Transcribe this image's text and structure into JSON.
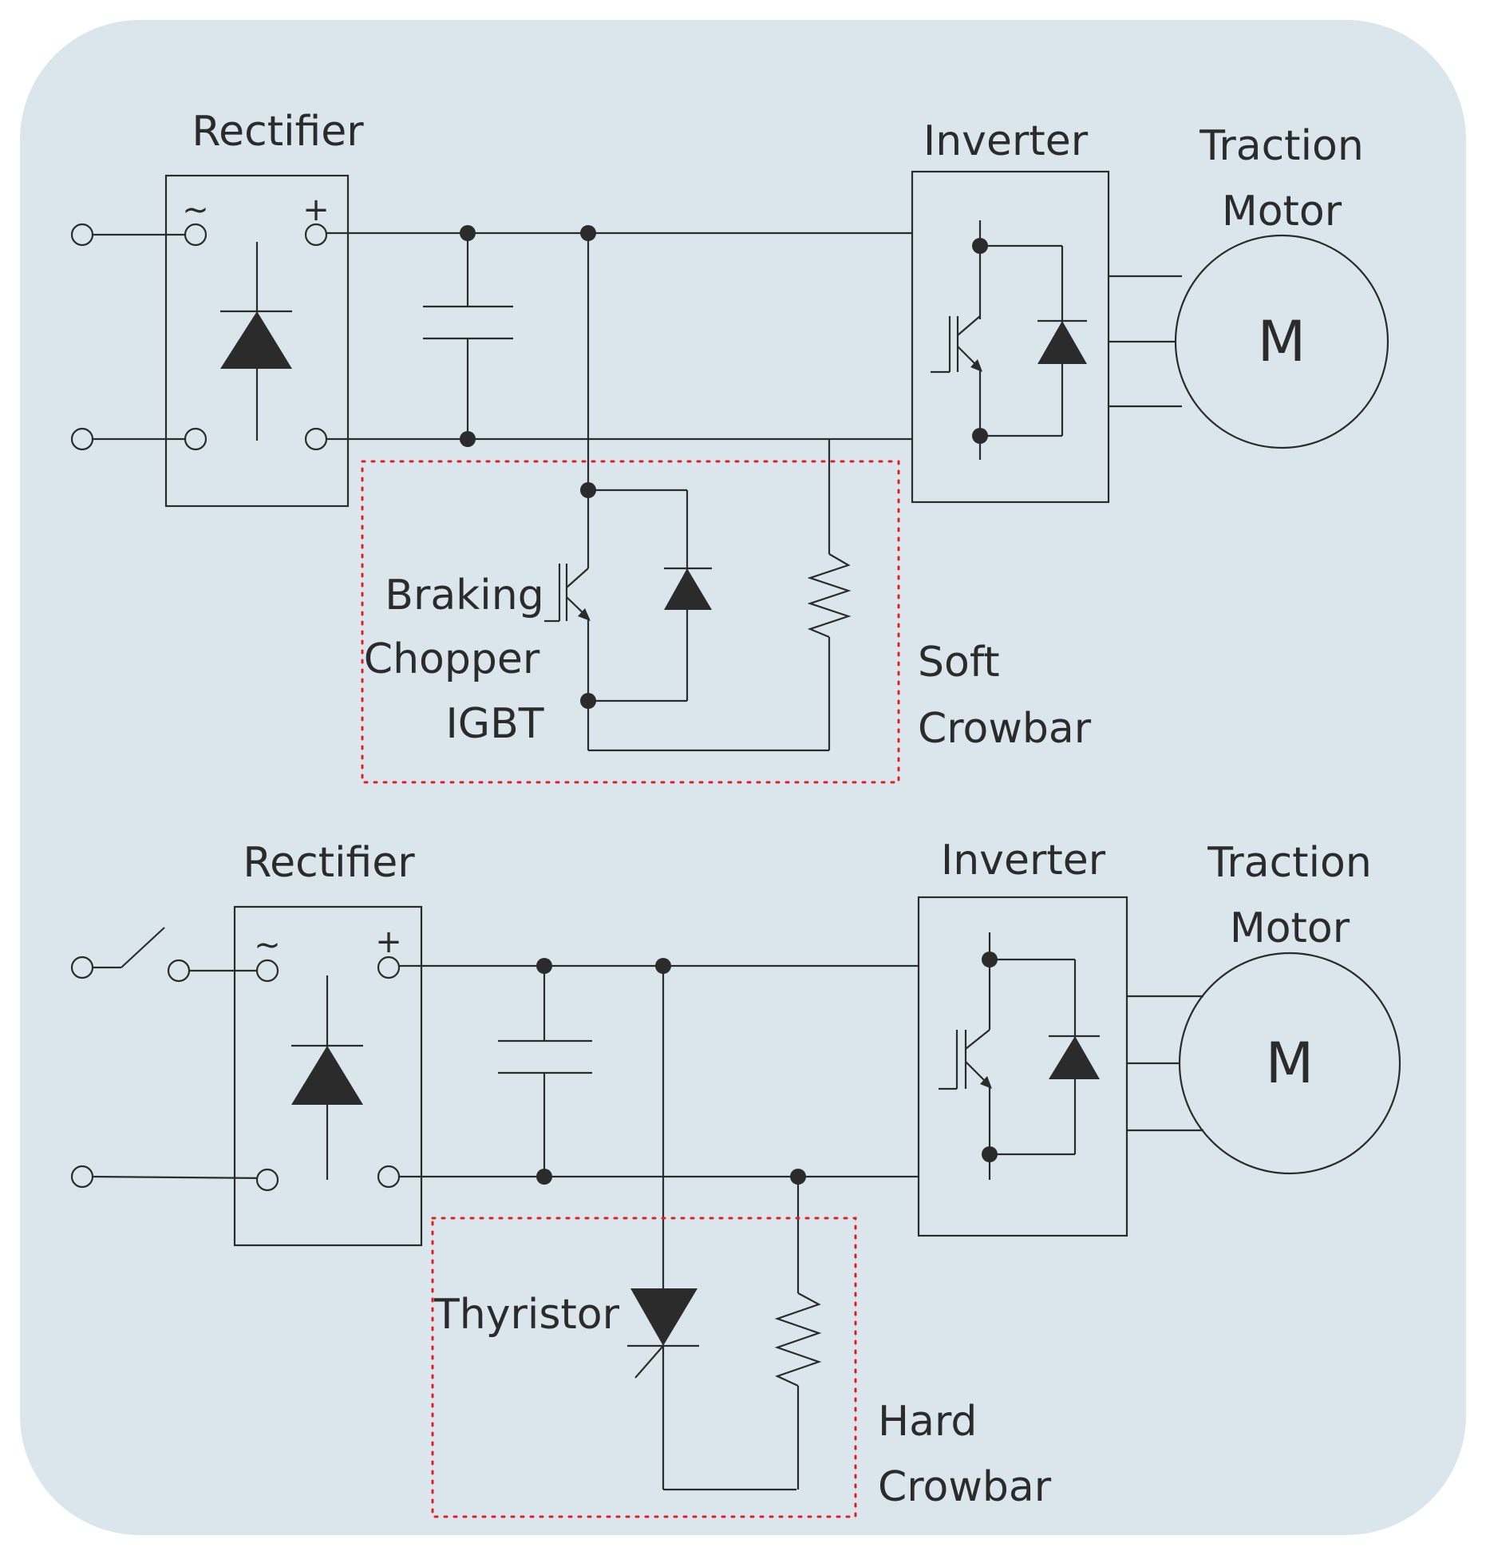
{
  "colors": {
    "background_panel": "#dbe6ec",
    "wire": "#2b2b2b",
    "crowbar_outline": "#e02020"
  },
  "top_circuit": {
    "rectifier_label": "Rectifier",
    "rectifier_ac_symbol": "~",
    "rectifier_dc_plus_symbol": "+",
    "inverter_label": "Inverter",
    "motor_label_line1": "Traction",
    "motor_label_line2": "Motor",
    "motor_symbol": "M",
    "igbt_label_line1": "Braking",
    "igbt_label_line2": "Chopper",
    "igbt_label_line3": "IGBT",
    "crowbar_label_line1": "Soft",
    "crowbar_label_line2": "Crowbar"
  },
  "bottom_circuit": {
    "rectifier_label": "Rectifier",
    "rectifier_ac_symbol": "~",
    "rectifier_dc_plus_symbol": "+",
    "inverter_label": "Inverter",
    "motor_label_line1": "Traction",
    "motor_label_line2": "Motor",
    "motor_symbol": "M",
    "thyristor_label": "Thyristor",
    "crowbar_label_line1": "Hard",
    "crowbar_label_line2": "Crowbar"
  }
}
